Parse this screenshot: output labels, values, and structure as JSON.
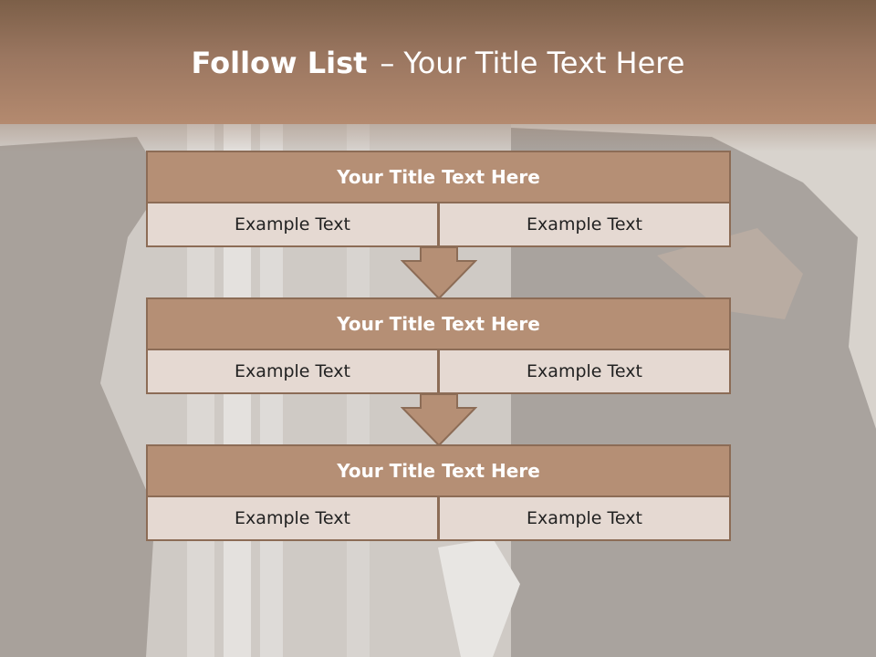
{
  "slide": {
    "title_bold": "Follow List",
    "title_sep": "–",
    "title_rest": "Your Title Text Here"
  },
  "blocks": [
    {
      "title": "Your Title Text Here",
      "left": "Example Text",
      "right": "Example Text"
    },
    {
      "title": "Your Title Text Here",
      "left": "Example Text",
      "right": "Example Text"
    },
    {
      "title": "Your Title Text Here",
      "left": "Example Text",
      "right": "Example Text"
    }
  ],
  "colors": {
    "header": "#9a7660",
    "block_title": "#b58f75",
    "block_cell": "#e5d9d2",
    "border": "#8c6c56"
  }
}
